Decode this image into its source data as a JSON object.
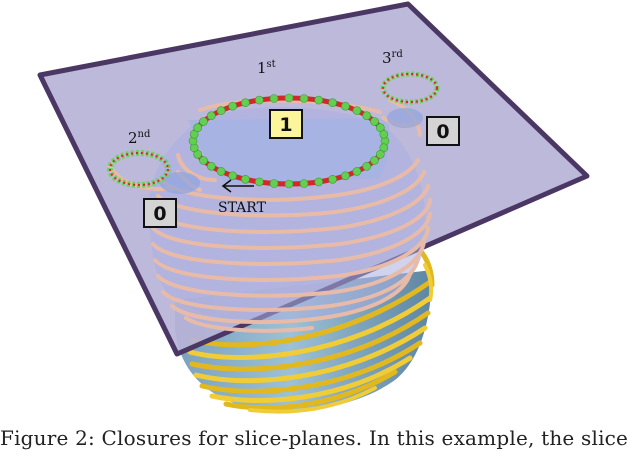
{
  "labels": {
    "first": "1",
    "first_sup": "st",
    "second": "2",
    "second_sup": "nd",
    "third": "3",
    "third_sup": "rd",
    "start": "START"
  },
  "boxes": {
    "main": "1",
    "left": "0",
    "right": "0"
  },
  "caption": "Figure 2:  Closures for slice-planes. In this example, the slice",
  "colors": {
    "plane_fill": "#b7b3d8",
    "plane_border": "#4b3763",
    "contour_pink": "#e7b9a6",
    "contour_yellow": "#e8c22a",
    "vase_body": "#7fa9c4",
    "loop_red": "#d7262b",
    "loop_green": "#63cf52",
    "box_yellow": "#fbf59b",
    "box_gray": "#d4d4d4"
  }
}
